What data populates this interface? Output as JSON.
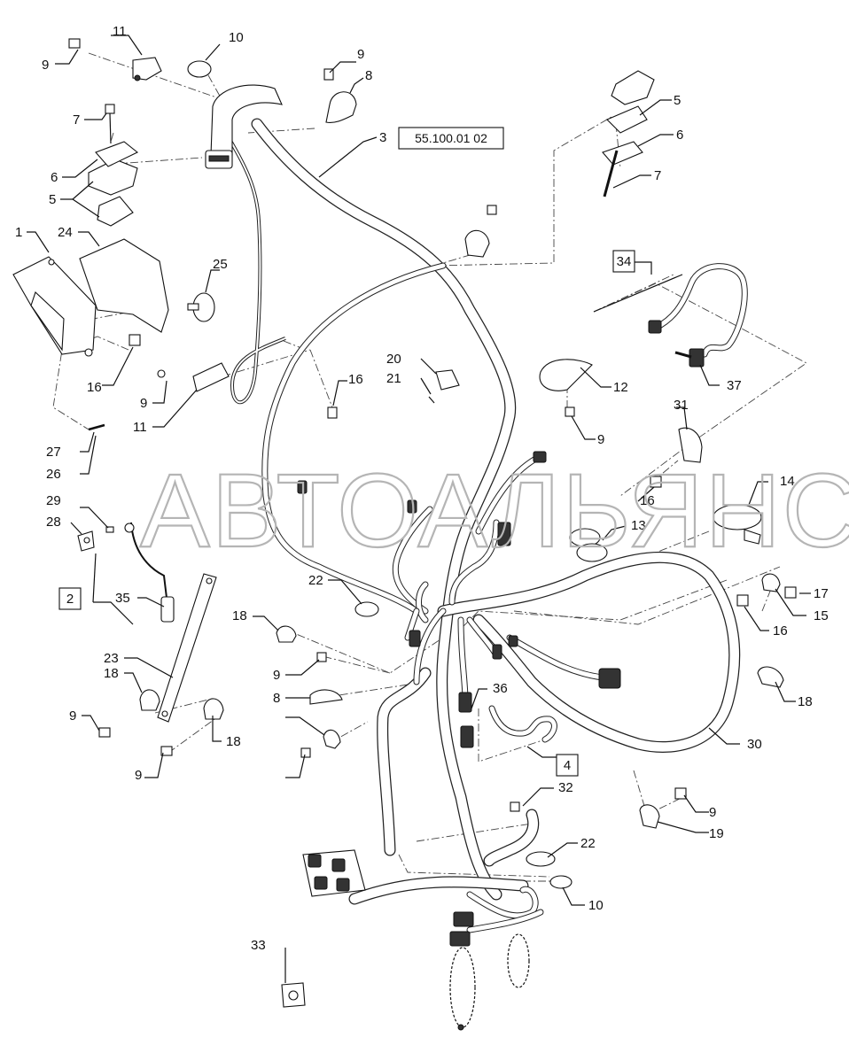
{
  "reference_box": "55.100.01 02",
  "watermark": "АВТОАЛЬЯНС",
  "boxed_callouts": [
    "34",
    "2",
    "4"
  ],
  "callouts": [
    "11",
    "10",
    "9",
    "9",
    "8",
    "3",
    "7",
    "6",
    "5",
    "1",
    "24",
    "25",
    "16",
    "9",
    "11",
    "20",
    "21",
    "16",
    "27",
    "26",
    "29",
    "28",
    "35",
    "23",
    "18",
    "9",
    "8",
    "18",
    "9",
    "18",
    "9",
    "22",
    "36",
    "32",
    "22",
    "10",
    "33",
    "5",
    "6",
    "7",
    "37",
    "12",
    "9",
    "31",
    "16",
    "14",
    "13",
    "17",
    "15",
    "16",
    "18",
    "30",
    "9",
    "19"
  ]
}
